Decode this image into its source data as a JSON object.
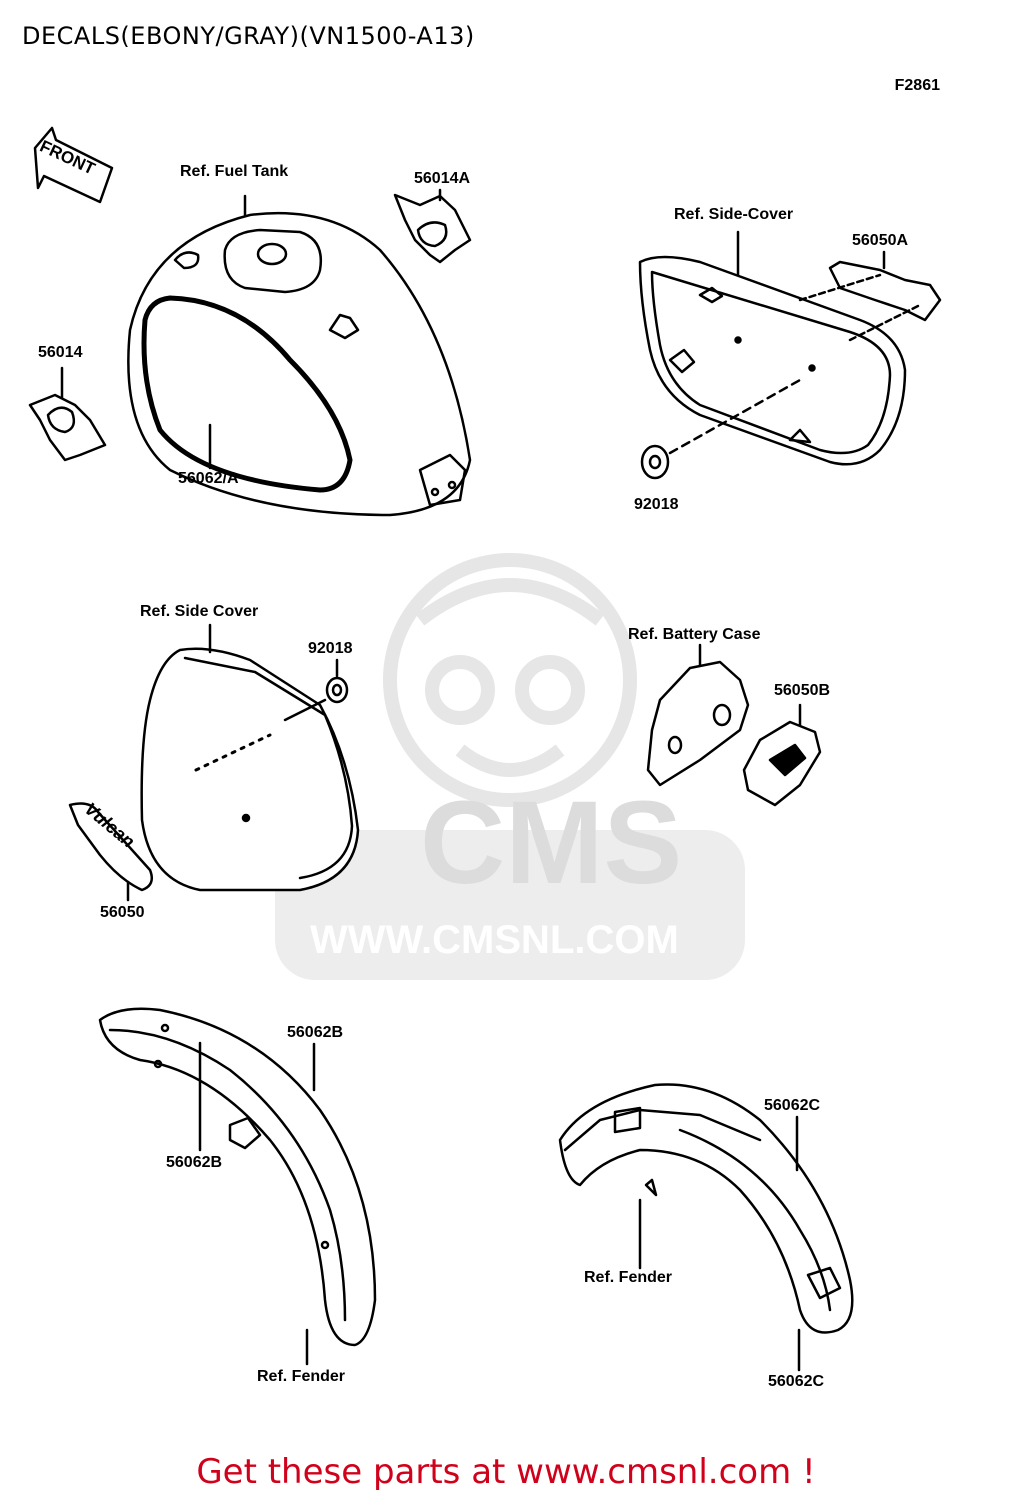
{
  "header": {
    "title": "DECALS(EBONY/GRAY)(VN1500-A13)",
    "figure_code": "F2861"
  },
  "labels": {
    "front_arrow": "FRONT",
    "ref_fuel_tank": "Ref. Fuel Tank",
    "p_56014A": "56014A",
    "ref_side_cover_top": "Ref. Side-Cover",
    "p_56050A": "56050A",
    "p_56014": "56014",
    "p_56062_A": "56062/A",
    "p_92018_top": "92018",
    "ref_side_cover_mid": "Ref. Side Cover",
    "p_92018_mid": "92018",
    "ref_battery_case": "Ref. Battery Case",
    "p_56050B": "56050B",
    "p_56050": "56050",
    "vulcan_logo": "Vulcan",
    "p_56062B_1": "56062B",
    "p_56062B_2": "56062B",
    "ref_fender_left": "Ref. Fender",
    "p_56062C_1": "56062C",
    "ref_fender_right": "Ref. Fender",
    "p_56062C_2": "56062C"
  },
  "watermark": {
    "brand": "CMS",
    "url": "WWW.CMSNL.COM"
  },
  "footer": {
    "text": "Get these parts at www.cmsnl.com !"
  },
  "colors": {
    "footer_red": "#d0021b",
    "watermark_gray": "#e3e3e3",
    "line": "#000000"
  }
}
